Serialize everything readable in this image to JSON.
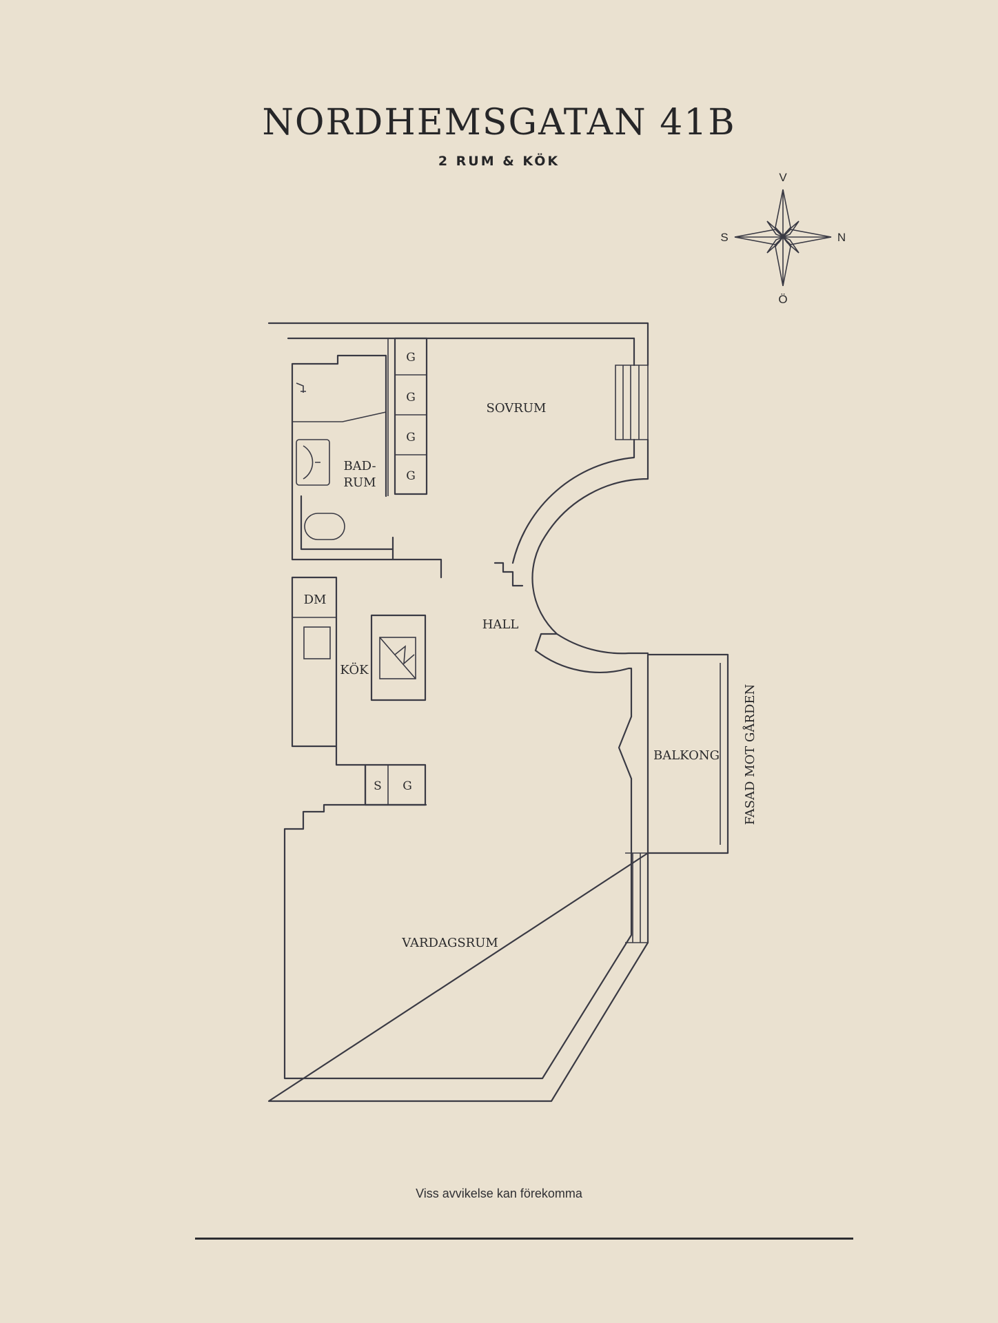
{
  "title": "NORDHEMSGATAN 41B",
  "subtitle": "2 RUM & KÖK",
  "compass": {
    "north": "N",
    "south": "S",
    "east": "Ö",
    "west": "V"
  },
  "rooms": {
    "sovrum": "SOVRUM",
    "badrum_line1": "BAD-",
    "badrum_line2": "RUM",
    "hall": "HALL",
    "kok": "KÖK",
    "dm": "DM",
    "balkong": "BALKONG",
    "vardagsrum": "VARDAGSRUM"
  },
  "closets": [
    "G",
    "G",
    "G",
    "G"
  ],
  "closet_s": "S",
  "closet_g": "G",
  "facade_label": "FASAD MOT GÅRDEN",
  "footer_note": "Viss avvikelse kan förekomma",
  "colors": {
    "background": "#eae1d0",
    "ink": "#3a3a44"
  }
}
